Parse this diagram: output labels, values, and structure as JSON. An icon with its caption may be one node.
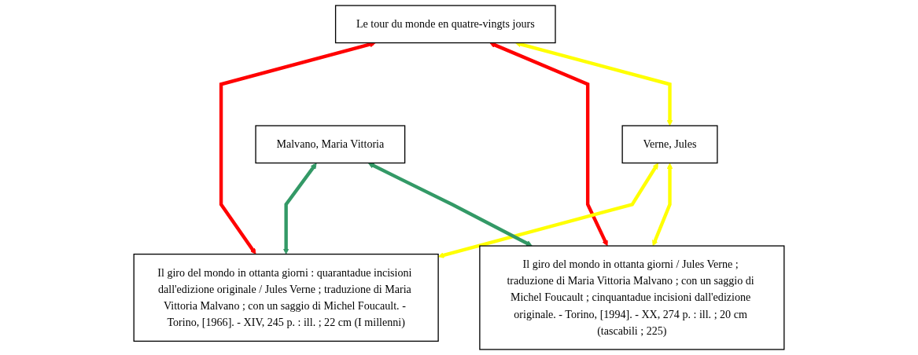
{
  "diagram": {
    "nodes": [
      {
        "text": [
          "Le tour du monde en quatre-vingts jours"
        ]
      },
      {
        "text": [
          "Verne, Jules"
        ]
      },
      {
        "text": [
          "Malvano, Maria Vittoria"
        ]
      },
      {
        "text": [
          "Il giro del mondo in ottanta giorni / Jules Verne ; traduzione di Maria Vittoria Malvano ; con un saggio di Michel Foucault ; cinquantadue incisioni dall'edizione originale. - Torino, [1994]. - XX, 274 p. : ill. ; 20 cm (tascabili ; 225)"
        ]
      },
      {
        "text": [
          "Il giro del mondo in ottanta giorni : quarantadue incisioni dall'edizione originale / Jules Verne ; traduzione di Maria Vittoria Malvano ; con un saggio di Michel Foucault. - Torino, [1966]. - XIV, 245 p. : ill. ; 22 cm (I millenni)"
        ]
      }
    ],
    "edges": [
      {
        "from": 0,
        "to": 1,
        "arrow": "both",
        "color": "#ffff00"
      },
      {
        "from": 0,
        "to": 3,
        "arrow": "both",
        "color": "#ff0000"
      },
      {
        "from": 0,
        "to": 4,
        "arrow": "both",
        "color": "#ff0000"
      },
      {
        "from": 1,
        "to": 3,
        "arrow": "both",
        "color": "#ffff00"
      },
      {
        "from": 1,
        "to": 4,
        "arrow": "both",
        "color": "#ffff00"
      },
      {
        "from": 2,
        "to": 3,
        "arrow": "both",
        "color": "#339966"
      },
      {
        "from": 2,
        "to": 4,
        "arrow": "both",
        "color": "#339966"
      }
    ]
  }
}
